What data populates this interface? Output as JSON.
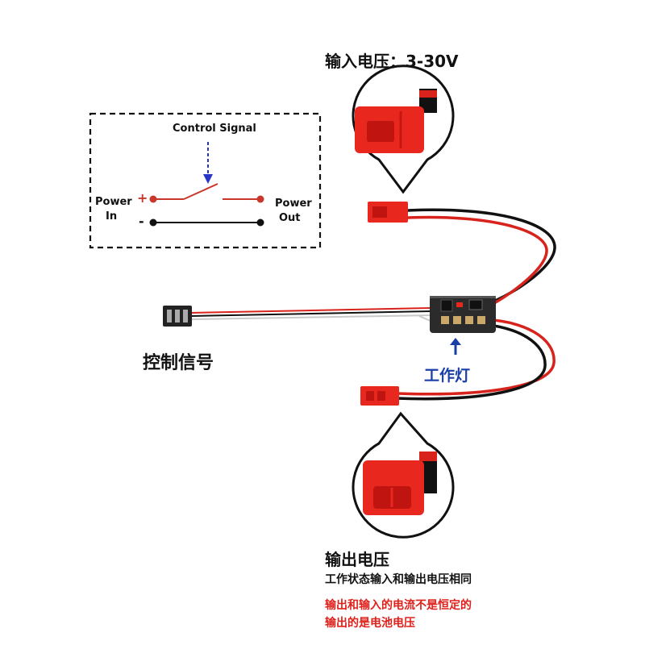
{
  "input_voltage_label": "输入电压：3-30V",
  "schematic": {
    "control_signal": "Control Signal",
    "power_in_line1": "Power",
    "power_in_line2": "In",
    "power_out_line1": "Power",
    "power_out_line2": "Out",
    "plus": "+",
    "minus": "-"
  },
  "control_signal_cn": "控制信号",
  "work_light_label": "工作灯",
  "output_voltage_label": "输出电压",
  "output_note": "工作状态输入和输出电压相同",
  "warning_line1": "输出和输入的电流不是恒定的",
  "warning_line2": "输出的是电池电压",
  "colors": {
    "connector_red": "#e8271f",
    "wire_red": "#d8231c",
    "wire_black": "#111111",
    "work_light_blue": "#1a3fa6",
    "warning_red": "#e0201a",
    "schematic_red": "#c8372a",
    "arrow_blue": "#2a36c8"
  }
}
